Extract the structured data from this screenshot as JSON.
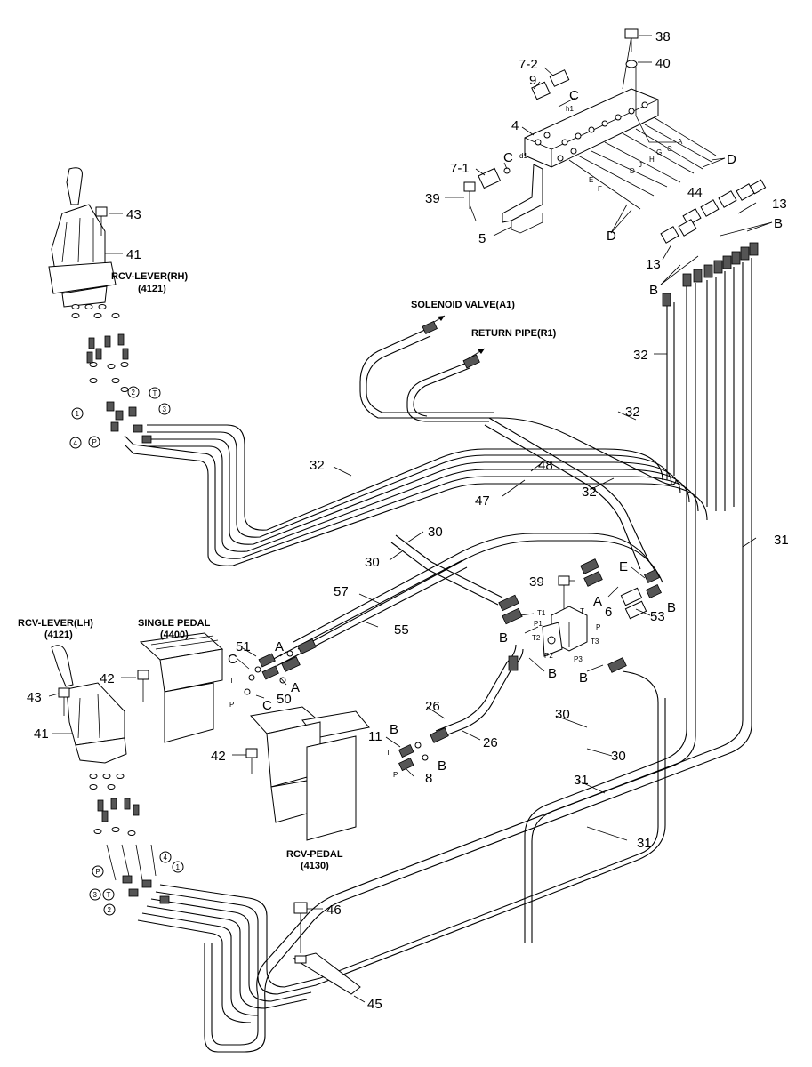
{
  "labels": {
    "n38": "38",
    "n40": "40",
    "n7_2": "7-2",
    "n9": "9",
    "nC1": "C",
    "n4": "4",
    "nC2": "C",
    "n7_1": "7-1",
    "n39a": "39",
    "n5": "5",
    "nD1": "D",
    "nD2": "D",
    "n44": "44",
    "n13a": "13",
    "nB1": "B",
    "n13b": "13",
    "nB2": "B",
    "n43a": "43",
    "n41a": "41",
    "n32a": "32",
    "n32b": "32",
    "n32c": "32",
    "n32d": "32",
    "n48": "48",
    "n47": "47",
    "n31a": "31",
    "n30a": "30",
    "n30b": "30",
    "n39b": "39",
    "nE": "E",
    "nA1": "A",
    "n53": "53",
    "nB3": "B",
    "n6": "6",
    "nB4": "B",
    "nB5": "B",
    "nB6": "B",
    "n57": "57",
    "n55": "55",
    "n51": "51",
    "nA2": "A",
    "nC3": "C",
    "nA3": "A",
    "n50": "50",
    "nC4": "C",
    "n42a": "42",
    "n43b": "43",
    "n41b": "41",
    "n26a": "26",
    "n26b": "26",
    "n30c": "30",
    "n30d": "30",
    "n11": "11",
    "nB7": "B",
    "nB8": "B",
    "n42b": "42",
    "n8": "8",
    "n31b": "31",
    "n31c": "31",
    "n46": "46",
    "n45": "45"
  },
  "captions": {
    "rcv_rh_1": "RCV-LEVER(RH)",
    "rcv_rh_2": "(4121)",
    "solenoid": "SOLENOID VALVE(A1)",
    "return_pipe": "RETURN PIPE(R1)",
    "rcv_lh_1": "RCV-LEVER(LH)",
    "rcv_lh_2": "(4121)",
    "single_pedal_1": "SINGLE PEDAL",
    "single_pedal_2": "(4400)",
    "rcv_pedal_1": "RCV-PEDAL",
    "rcv_pedal_2": "(4130)"
  },
  "block_letters": {
    "a": "A",
    "c": "C",
    "g": "G",
    "h": "H",
    "j": "J",
    "d": "D",
    "e": "E",
    "f": "F",
    "h1": "h1",
    "d1": "d1"
  },
  "valve_ports": {
    "t1": "T1",
    "t": "T",
    "p1": "P1",
    "p": "P",
    "t2": "T2",
    "p2": "P2",
    "p3": "P3",
    "t3": "T3",
    "t_a": "T",
    "p_a": "P",
    "t_b": "T",
    "p_b": "P"
  },
  "circled_rh": {
    "c1": "1",
    "c2": "2",
    "cT": "T",
    "c3": "3",
    "c4": "4",
    "cP": "P"
  },
  "circled_lh": {
    "cP": "P",
    "c4": "4",
    "c1": "1",
    "c3": "3",
    "cT": "T",
    "c2": "2"
  }
}
